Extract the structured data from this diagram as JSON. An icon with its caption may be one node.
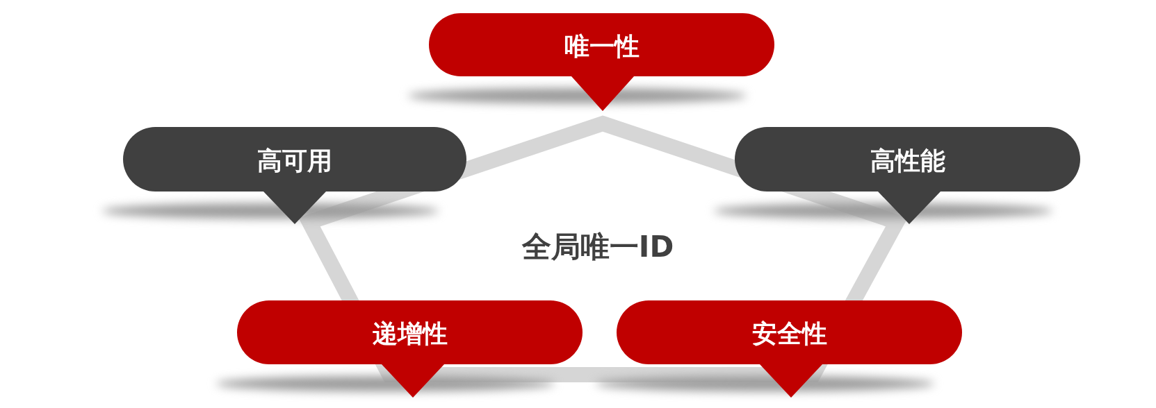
{
  "diagram": {
    "nodes": [
      {
        "text": [
          "唯一性"
        ]
      },
      {
        "text": [
          "高可用"
        ]
      },
      {
        "text": [
          "高性能"
        ]
      },
      {
        "text": [
          "递增性"
        ]
      },
      {
        "text": [
          "安全性"
        ]
      },
      {
        "text": [
          "全局唯一ID"
        ]
      }
    ]
  }
}
